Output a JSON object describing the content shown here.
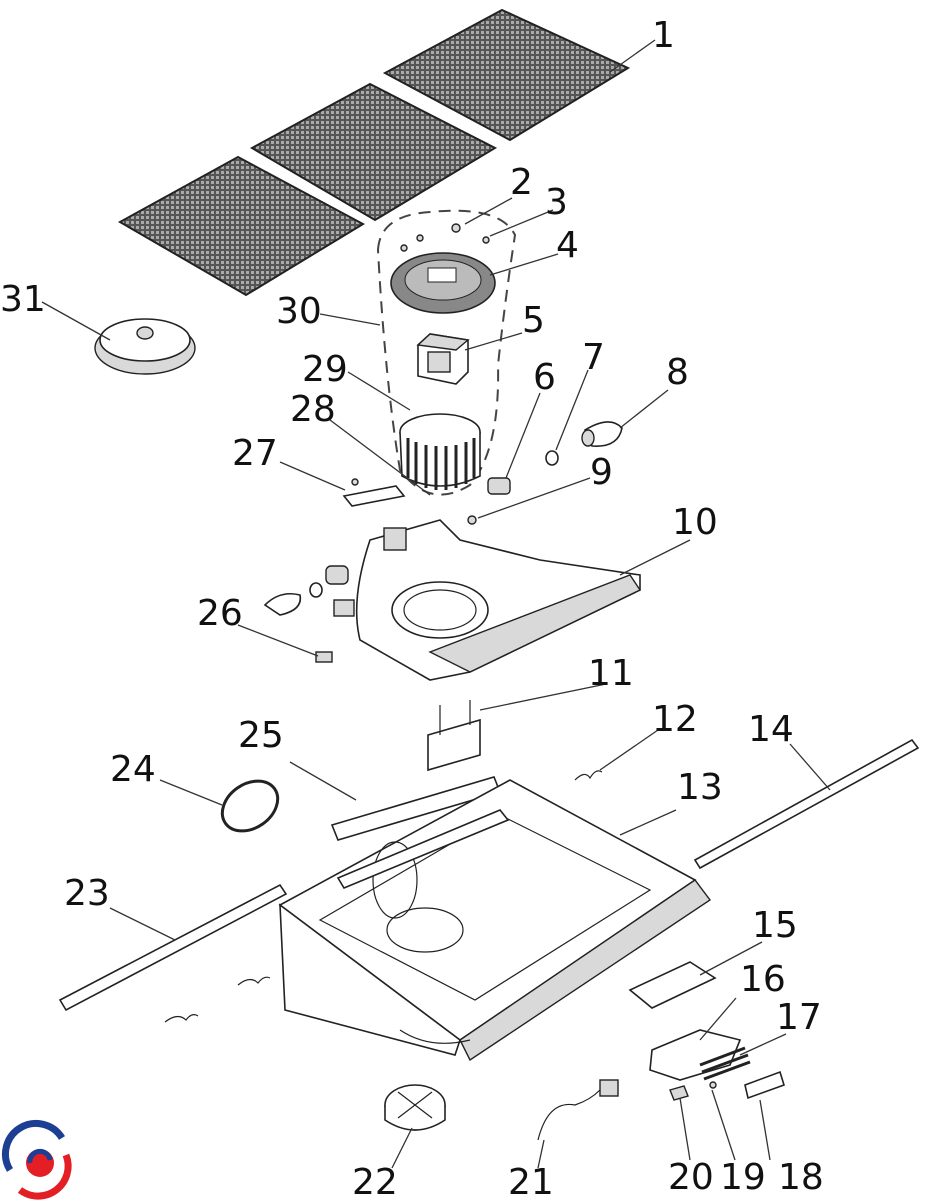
{
  "diagram": {
    "labels": {
      "l1": "1",
      "l2": "2",
      "l3": "3",
      "l4": "4",
      "l5": "5",
      "l6": "6",
      "l7": "7",
      "l8": "8",
      "l9": "9",
      "l10": "10",
      "l11": "11",
      "l12": "12",
      "l13": "13",
      "l14": "14",
      "l15": "15",
      "l16": "16",
      "l17": "17",
      "l18": "18",
      "l19": "19",
      "l20": "20",
      "l21": "21",
      "l22": "22",
      "l23": "23",
      "l24": "24",
      "l25": "25",
      "l26": "26",
      "l27": "27",
      "l28": "28",
      "l29": "29",
      "l30": "30",
      "l31": "31"
    },
    "logo_colors": [
      "#1c3f94",
      "#e31e24"
    ]
  }
}
